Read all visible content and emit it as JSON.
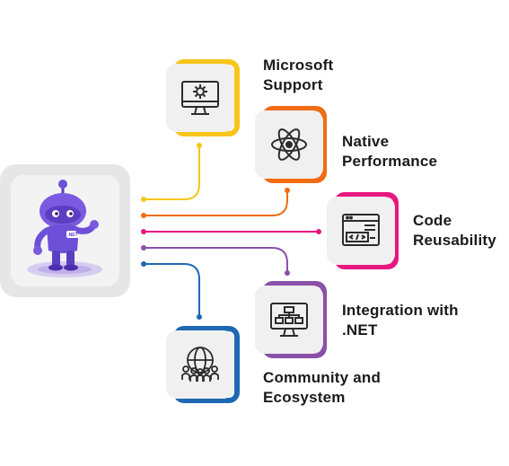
{
  "mascot": {
    "name": "dotnet-bot",
    "badge": ".NET"
  },
  "items": [
    {
      "id": "microsoft-support",
      "lines": [
        "Microsoft",
        "Support"
      ],
      "color": "#f7c51b",
      "icon": "monitor-gear-icon"
    },
    {
      "id": "native-performance",
      "lines": [
        "Native",
        "Performance"
      ],
      "color": "#ef6c14",
      "icon": "atom-icon"
    },
    {
      "id": "code-reusability",
      "lines": [
        "Code",
        "Reusability"
      ],
      "color": "#e8177f",
      "icon": "code-window-icon"
    },
    {
      "id": "integration-net",
      "lines": [
        "Integration with",
        ".NET"
      ],
      "color": "#8a50a8",
      "icon": "network-monitor-icon"
    },
    {
      "id": "community-ecosystem",
      "lines": [
        "Community and",
        "Ecosystem"
      ],
      "color": "#1e68b3",
      "icon": "community-globe-icon"
    }
  ]
}
